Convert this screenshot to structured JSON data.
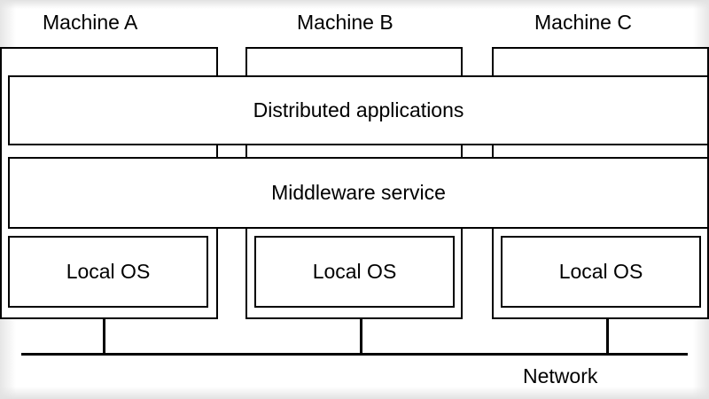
{
  "machines": [
    {
      "title": "Machine A",
      "os": "Local OS"
    },
    {
      "title": "Machine B",
      "os": "Local OS"
    },
    {
      "title": "Machine C",
      "os": "Local OS"
    }
  ],
  "layers": {
    "applications": "Distributed applications",
    "middleware": "Middleware service"
  },
  "network": {
    "label": "Network"
  },
  "colors": {
    "stroke": "#000000",
    "fill": "#ffffff"
  }
}
